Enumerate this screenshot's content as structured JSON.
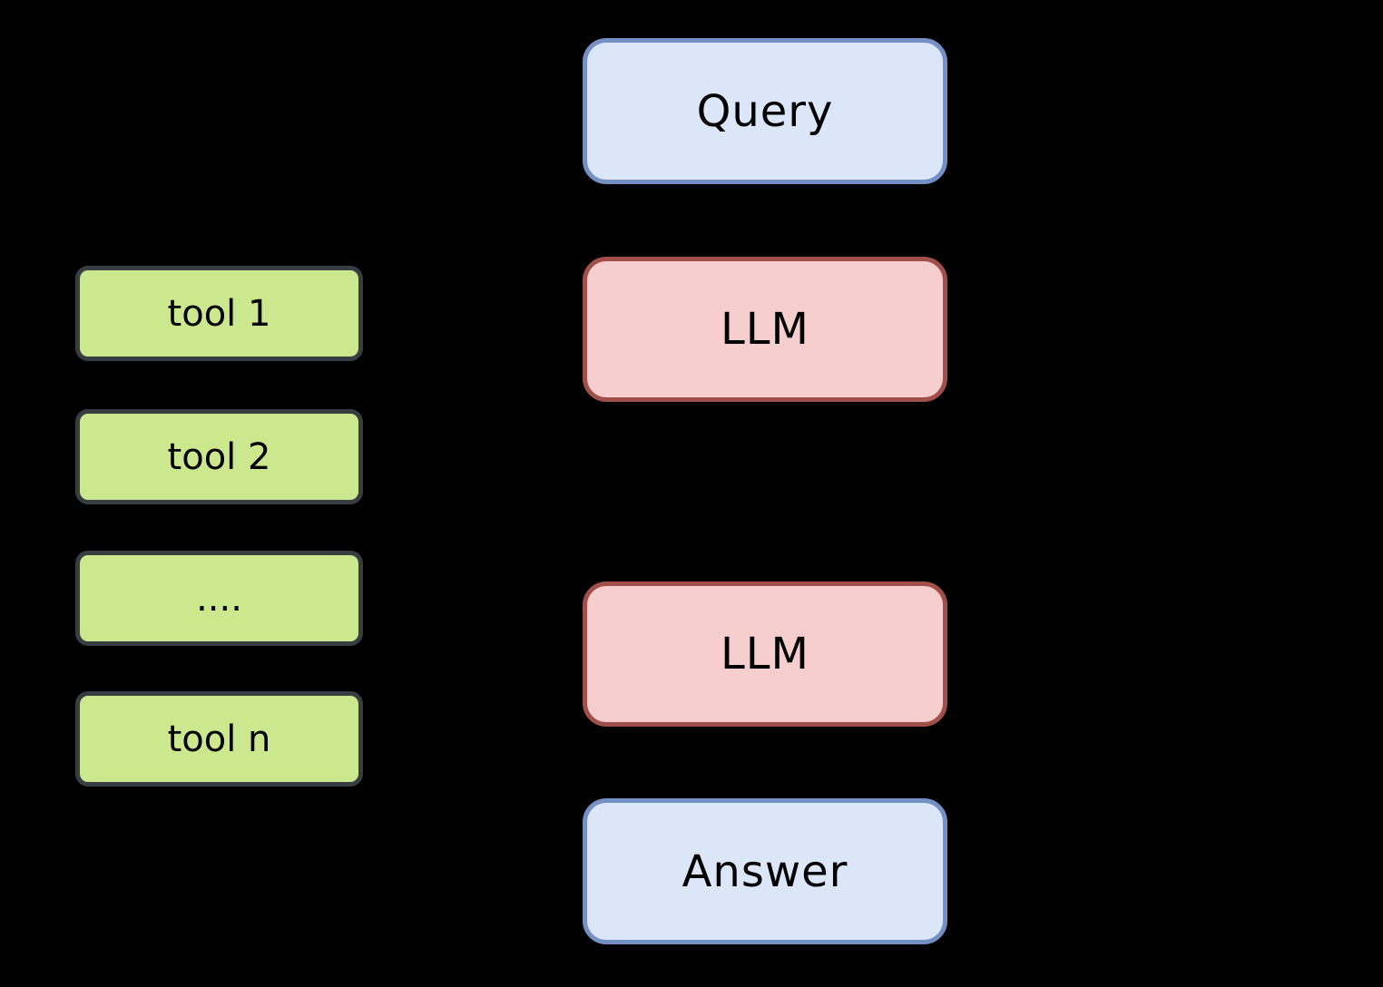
{
  "diagram": {
    "background_color": "#000000",
    "flow_nodes": [
      {
        "id": "query",
        "label": "Query",
        "kind": "io"
      },
      {
        "id": "llm-1",
        "label": "LLM",
        "kind": "process"
      },
      {
        "id": "llm-2",
        "label": "LLM",
        "kind": "process"
      },
      {
        "id": "answer",
        "label": "Answer",
        "kind": "io"
      }
    ],
    "tool_nodes": [
      {
        "id": "tool-1",
        "label": "tool 1"
      },
      {
        "id": "tool-2",
        "label": "tool 2"
      },
      {
        "id": "tool-more",
        "label": "...."
      },
      {
        "id": "tool-n",
        "label": "tool n"
      }
    ],
    "colors": {
      "io_fill": "#dbe6f8",
      "io_border": "#7590c5",
      "process_fill": "#f6cecd",
      "process_border": "#a14f4b",
      "tool_fill": "#cbe88e",
      "tool_border": "#383d42",
      "text": "#000000"
    }
  }
}
